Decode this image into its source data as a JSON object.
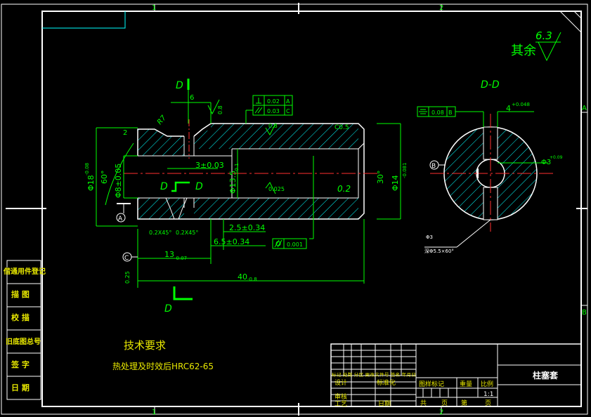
{
  "border": {
    "zone_top_1": "1",
    "zone_top_2": "2",
    "zone_bottom_1": "1",
    "zone_bottom_2": "2",
    "zone_right_a": "A",
    "zone_right_b": "B"
  },
  "roughness": {
    "label": "其余",
    "value": "6.3"
  },
  "main_view": {
    "section_mark": "D",
    "dims": {
      "top_6": "6",
      "r7": "R7",
      "chamfer_2": "2",
      "r_08_top": "0.8",
      "r_08_mid": "0.8",
      "c05": "C0.5",
      "d18": "Φ18",
      "d18_tol": "-0.08",
      "d8": "Φ8±0.05",
      "angle60": "60°",
      "d3": "3±0.03",
      "d13": "Φ13.5",
      "d13_tol": "-0.1",
      "r0025": "0.025",
      "r02": "0.2",
      "d30": "30°",
      "d14": "Φ14",
      "d14_tol": "-0.081",
      "ch1": "0.2X45°",
      "ch2": "0.2X45°",
      "d25": "2.5±0.34",
      "d65": "6.5±0.34",
      "d13len": "13",
      "d13len_tol": "-0.07",
      "d40": "40",
      "d40_tol": "-0.8",
      "r025": "0.25"
    },
    "datum_a": "A",
    "datum_c": "C",
    "gdt_perp_val": "0.02",
    "gdt_perp_ref": "A",
    "gdt_par_val": "0.03",
    "gdt_par_ref": "C",
    "gdt_cyl_val": "0.001"
  },
  "section_view": {
    "title": "D-D",
    "gdt_sym_val": "0.08",
    "gdt_sym_ref": "B",
    "key_width": "4",
    "key_width_tol": "+0.048",
    "d3": "Φ3",
    "d3_tol": "+0.09",
    "datum_b": "B",
    "hole_note": "Φ3",
    "hole_note2": "深Φ5.5×60°"
  },
  "tech": {
    "title": "技术要求",
    "line1": "热处理及时效后HRC62-65"
  },
  "left_column": {
    "items": [
      "借通用件登记",
      "描 图",
      "校 描",
      "旧底图总号",
      "签 字",
      "日 期"
    ]
  },
  "title_block": {
    "part_name": "柱塞套",
    "scale": "1:1",
    "stage_mark": "图样标记",
    "weight": "重量",
    "ratio": "比例",
    "total_label": "共",
    "sheet_label": "页",
    "page_label": "第",
    "page_label2": "页",
    "design": "设计",
    "standard": "标准化",
    "review": "审核",
    "process": "工艺",
    "date": "日期",
    "revision_row": "标记 处数 分区 更改文件号 签名 年月日"
  },
  "colors": {
    "outline": "#ffffff",
    "dimension": "#00ff00",
    "center": "#ff3030",
    "hatch": "#00ffff",
    "text_yellow": "#e8e800"
  }
}
